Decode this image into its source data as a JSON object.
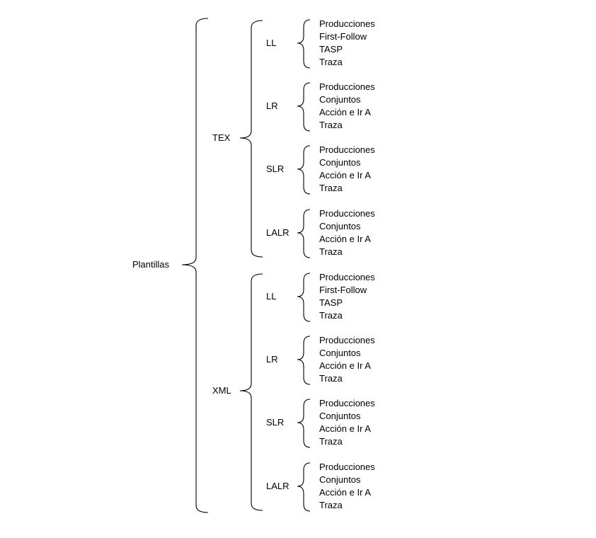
{
  "root": "Plantillas",
  "branches": [
    {
      "label": "TEX",
      "children": [
        {
          "label": "LL",
          "items": [
            "Producciones",
            "First-Follow",
            "TASP",
            "Traza"
          ]
        },
        {
          "label": "LR",
          "items": [
            "Producciones",
            "Conjuntos",
            "Acción e Ir A",
            "Traza"
          ]
        },
        {
          "label": "SLR",
          "items": [
            "Producciones",
            "Conjuntos",
            "Acción e Ir A",
            "Traza"
          ]
        },
        {
          "label": "LALR",
          "items": [
            "Producciones",
            "Conjuntos",
            "Acción e Ir A",
            "Traza"
          ]
        }
      ]
    },
    {
      "label": "XML",
      "children": [
        {
          "label": "LL",
          "items": [
            "Producciones",
            "First-Follow",
            "TASP",
            "Traza"
          ]
        },
        {
          "label": "LR",
          "items": [
            "Producciones",
            "Conjuntos",
            "Acción e Ir A",
            "Traza"
          ]
        },
        {
          "label": "SLR",
          "items": [
            "Producciones",
            "Conjuntos",
            "Acción e Ir A",
            "Traza"
          ]
        },
        {
          "label": "LALR",
          "items": [
            "Producciones",
            "Conjuntos",
            "Acción e Ir A",
            "Traza"
          ]
        }
      ]
    }
  ],
  "style": {
    "stroke_color": "#000000"
  }
}
